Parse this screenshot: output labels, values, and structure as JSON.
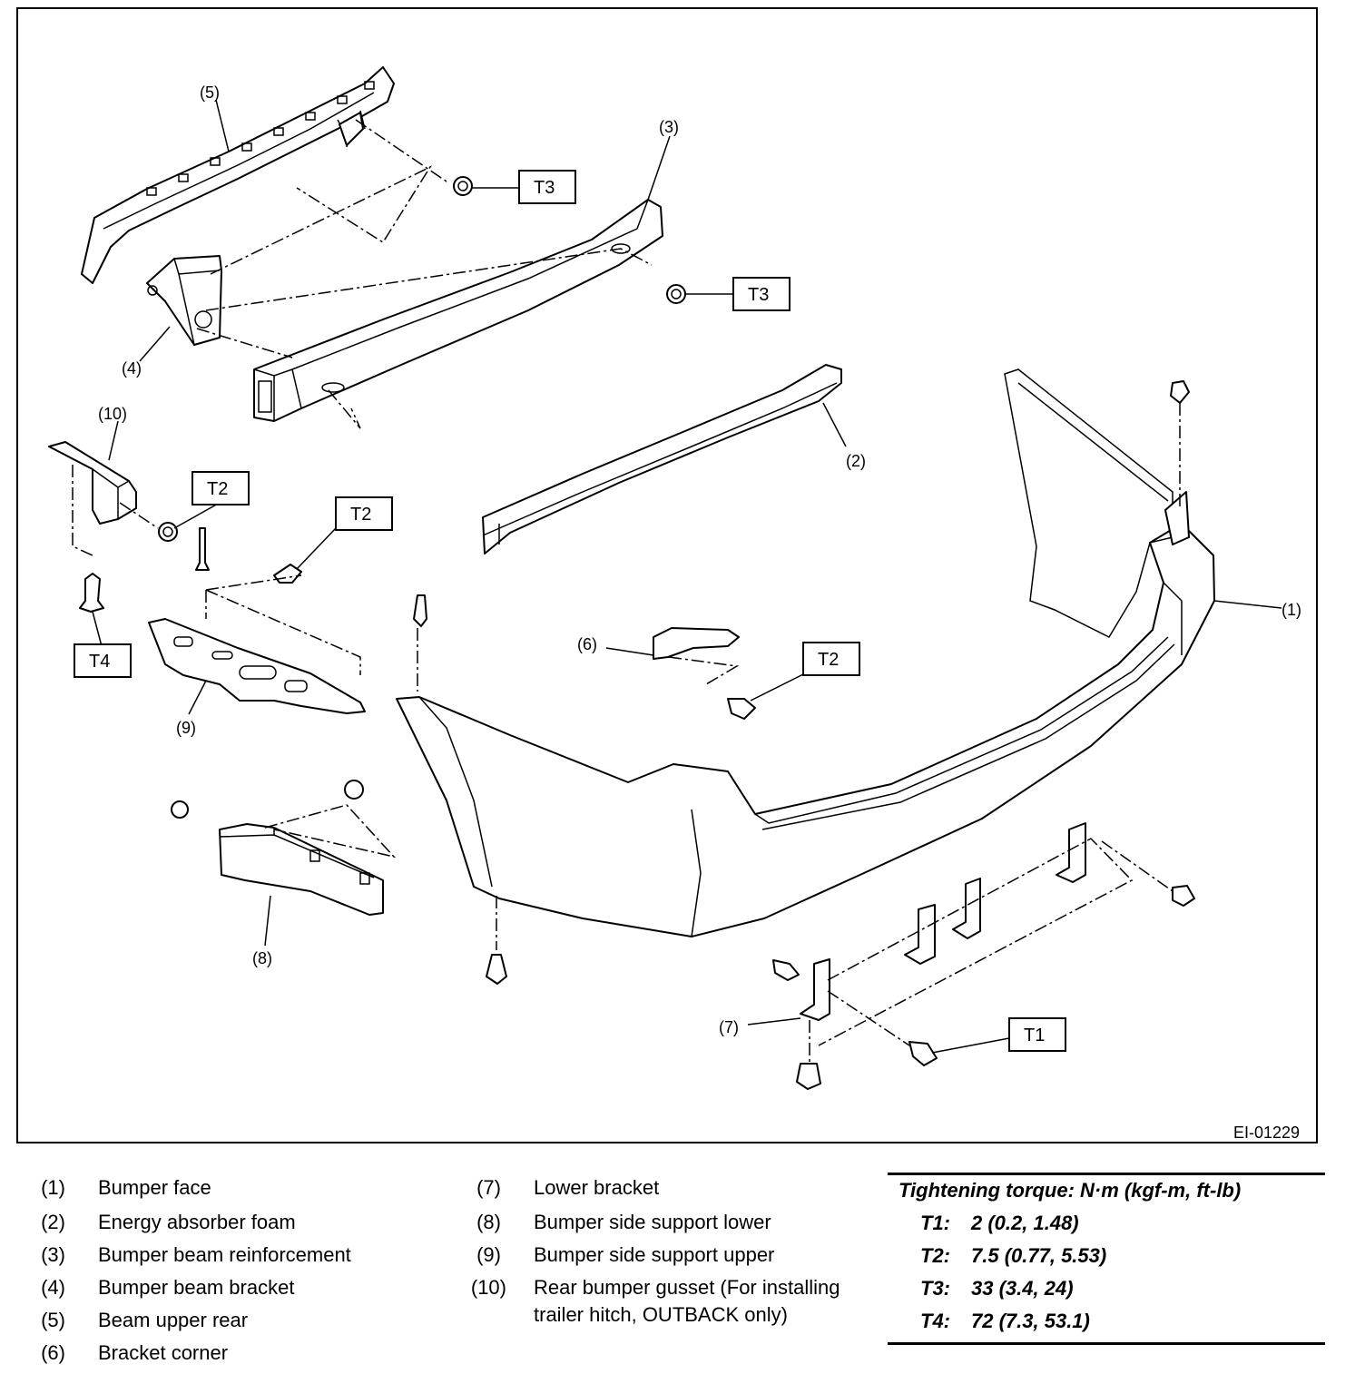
{
  "figure_id": "EI-01229",
  "callouts": {
    "c1": "(1)",
    "c2": "(2)",
    "c3": "(3)",
    "c4": "(4)",
    "c5": "(5)",
    "c6": "(6)",
    "c7": "(7)",
    "c8": "(8)",
    "c9": "(9)",
    "c10": "(10)"
  },
  "torque_tags": {
    "t3a": "T3",
    "t3b": "T3",
    "t2a": "T2",
    "t2b": "T2",
    "t2c": "T2",
    "t4": "T4",
    "t1": "T1"
  },
  "legend": [
    {
      "num": "(1)",
      "text": "Bumper face"
    },
    {
      "num": "(2)",
      "text": "Energy absorber foam"
    },
    {
      "num": "(3)",
      "text": "Bumper beam reinforcement"
    },
    {
      "num": "(4)",
      "text": "Bumper beam bracket"
    },
    {
      "num": "(5)",
      "text": "Beam upper rear"
    },
    {
      "num": "(6)",
      "text": "Bracket corner"
    },
    {
      "num": "(7)",
      "text": "Lower bracket"
    },
    {
      "num": "(8)",
      "text": "Bumper side support lower"
    },
    {
      "num": "(9)",
      "text": "Bumper side support upper"
    },
    {
      "num": "(10)",
      "text": "Rear bumper gusset (For installing",
      "text2": "trailer hitch, OUTBACK only)"
    }
  ],
  "torque": {
    "title": "Tightening torque: N·m (kgf-m, ft-lb)",
    "rows": [
      {
        "key": "T1:",
        "value": "2 (0.2, 1.48)"
      },
      {
        "key": "T2:",
        "value": "7.5 (0.77, 5.53)"
      },
      {
        "key": "T3:",
        "value": "33 (3.4, 24)"
      },
      {
        "key": "T4:",
        "value": "72 (7.3, 53.1)"
      }
    ]
  }
}
